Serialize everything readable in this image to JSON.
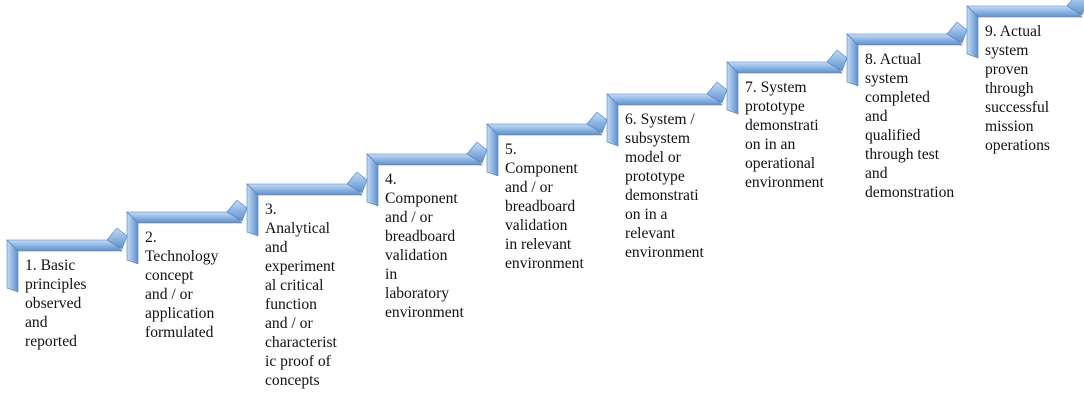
{
  "steps": [
    {
      "label": "1. Basic\nprinciples\nobserved\nand\nreported"
    },
    {
      "label": "2.\nTechnology\nconcept\nand / or\napplication\nformulated"
    },
    {
      "label": "3.\nAnalytical\nand\nexperiment\nal critical\nfunction\nand / or\ncharacterist\nic proof of\nconcepts"
    },
    {
      "label": "4.\nComponent\nand / or\nbreadboard\nvalidation\nin\nlaboratory\nenvironment"
    },
    {
      "label": "5.\nComponent\nand / or\nbreadboard\nvalidation\nin relevant\nenvironment"
    },
    {
      "label": "6. System /\nsubsystem\nmodel or\nprototype\ndemonstrati\non in a\nrelevant\nenvironment"
    },
    {
      "label": "7. System\nprototype\ndemonstrati\non in an\noperational\nenvironment"
    },
    {
      "label": "8. Actual\nsystem\ncompleted\nand\nqualified\nthrough test\nand\ndemonstration"
    },
    {
      "label": "9. Actual\nsystem\nproven\nthrough\nsuccessful\nmission\noperations"
    }
  ],
  "colors": {
    "arrow_main": "#8fb6e3",
    "arrow_light": "#c8dcf3",
    "arrow_dark": "#4e7fbd",
    "text": "#111111"
  }
}
